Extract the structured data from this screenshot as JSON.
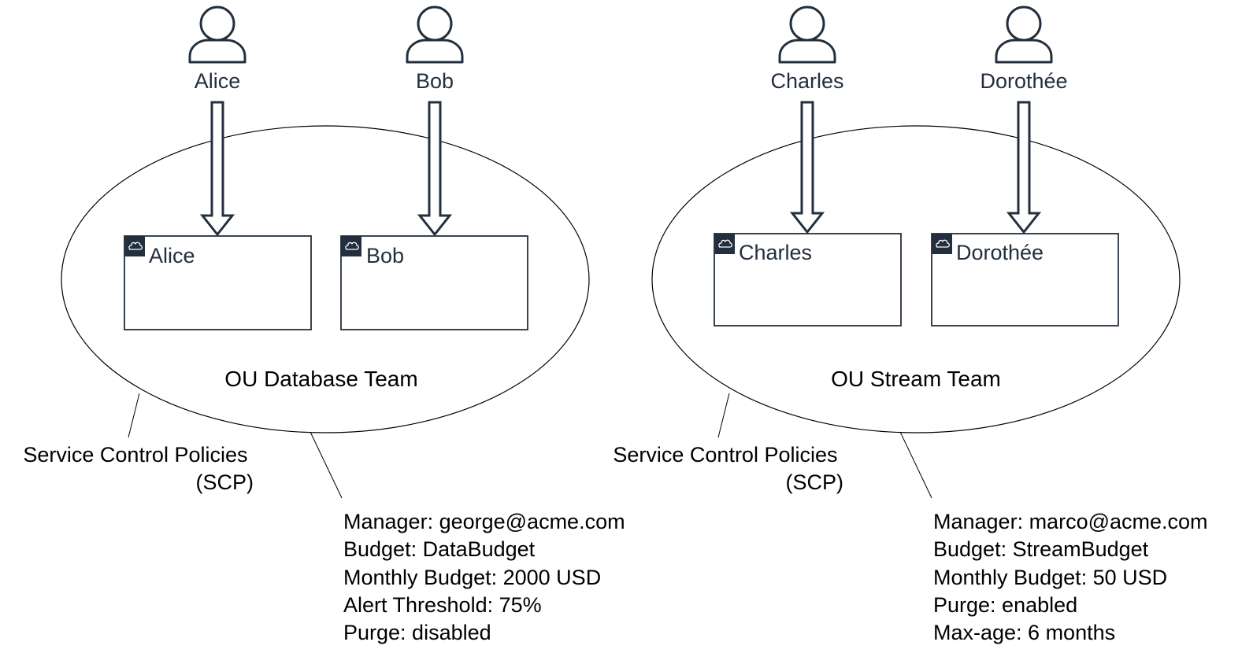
{
  "users": [
    {
      "name": "Alice"
    },
    {
      "name": "Bob"
    },
    {
      "name": "Charles"
    },
    {
      "name": "Dorothée"
    }
  ],
  "ous": [
    {
      "label": "OU Database Team",
      "accounts": [
        "Alice",
        "Bob"
      ],
      "scp_label": [
        "Service Control Policies",
        "(SCP)"
      ],
      "tags": [
        "Manager: george@acme.com",
        "Budget: DataBudget",
        "Monthly Budget: 2000 USD",
        "Alert Threshold: 75%",
        "Purge: disabled"
      ]
    },
    {
      "label": "OU Stream Team",
      "accounts": [
        "Charles",
        "Dorothée"
      ],
      "scp_label": [
        "Service Control Policies",
        "(SCP)"
      ],
      "tags": [
        "Manager: marco@acme.com",
        "Budget: StreamBudget",
        "Monthly Budget: 50 USD",
        "Purge: enabled",
        "Max-age: 6 months"
      ]
    }
  ],
  "icons": {
    "user": "user-icon",
    "account": "cloud-icon"
  },
  "colors": {
    "squid_ink": "#232f3e",
    "line": "#000000"
  }
}
